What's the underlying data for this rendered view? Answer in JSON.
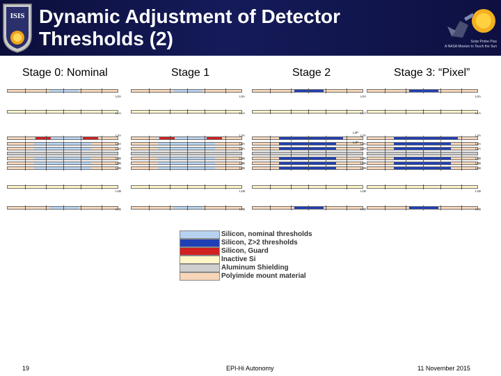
{
  "header": {
    "title_line1": "Dynamic Adjustment of Detector",
    "title_line2": "Thresholds (2)",
    "logo_left_text": "ISIS",
    "logo_right_line1": "Solar Probe Plus",
    "logo_right_line2": "A NASA Mission to Touch the Sun"
  },
  "stages": [
    {
      "label": "Stage 0: Nominal"
    },
    {
      "label": "Stage 1"
    },
    {
      "label": "Stage 2"
    },
    {
      "label": "Stage 3: “Pixel”"
    }
  ],
  "layer_labels": {
    "stage0": [
      "L0A",
      "L1A",
      "L2A",
      "L3A",
      "L4A",
      "L4B",
      "L3B",
      "L2B",
      "L1B",
      "L0B"
    ],
    "stage1": [
      "L0A",
      "L1A",
      "L2A",
      "L3A",
      "L4A",
      "L4B",
      "L3B",
      "L2B",
      "L1B",
      "L0B"
    ],
    "stage2": [
      "L0A",
      "L1A",
      "L2A",
      "L3A",
      "L4A",
      "L4B",
      "L3B",
      "L2B",
      "L1B",
      "L0B"
    ],
    "stage3": [
      "L0A",
      "L1A",
      "L2A",
      "L3A",
      "L4A",
      "L4B",
      "L3B",
      "L2B",
      "L1B",
      "L0B"
    ],
    "stage3_left": [
      "L3P",
      "L4P"
    ]
  },
  "legend": [
    {
      "label": "Silicon, nominal thresholds",
      "color": "#b7d2ee"
    },
    {
      "label": "Silicon, Z>2 thresholds",
      "color": "#1f3fb5"
    },
    {
      "label": "Silicon, Guard",
      "color": "#d02020"
    },
    {
      "label": "Inactive Si",
      "color": "#fff6c8"
    },
    {
      "label": "Aluminum Shielding",
      "color": "#cfcfcf"
    },
    {
      "label": "Polyimide mount material",
      "color": "#f6d5b8"
    }
  ],
  "colors": {
    "nominal": "#b7d2ee",
    "z2": "#1f3fb5",
    "guard": "#d02020",
    "inactive": "#fff6c8",
    "shield": "#cfcfcf",
    "polyimide": "#f6d5b8"
  },
  "footer": {
    "page_number": "19",
    "center": "EPI-Hi Autonomy",
    "date": "11 November 2015"
  }
}
